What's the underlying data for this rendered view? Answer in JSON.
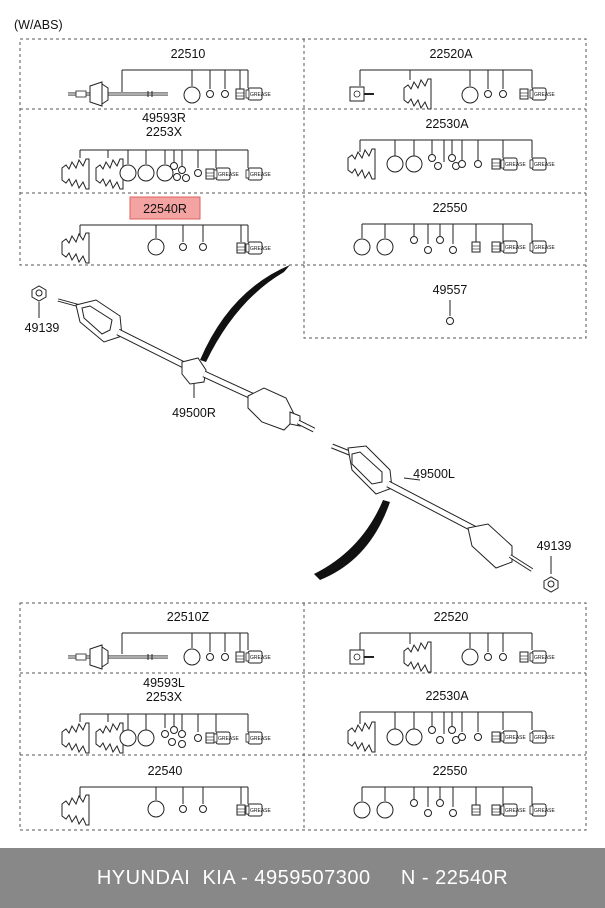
{
  "header_note": "(W/ABS)",
  "grease_label": "GREASE",
  "colors": {
    "highlight_fill": "#f4a3a3",
    "highlight_stroke": "#e06060",
    "footer_bg": "#888888",
    "line": "#333333"
  },
  "kits": {
    "k22510": "22510",
    "k22520A": "22520A",
    "k49593R": "49593R",
    "k2253X": "2253X",
    "k22530A": "22530A",
    "k22540R": "22540R",
    "k22550": "22550",
    "k49557": "49557",
    "k22510Z": "22510Z",
    "k22520": "22520",
    "k49593L": "49593L",
    "k2253X_b": "2253X",
    "k22530A_b": "22530A",
    "k22540": "22540",
    "k22550_b": "22550"
  },
  "parts": {
    "nut_left": "49139",
    "shaft_right": "49500R",
    "shaft_left": "49500L",
    "nut_right": "49139"
  },
  "highlighted_part": "22540R",
  "footer": "HYUNDAI  KIA - 4959507300     N - 22540R"
}
